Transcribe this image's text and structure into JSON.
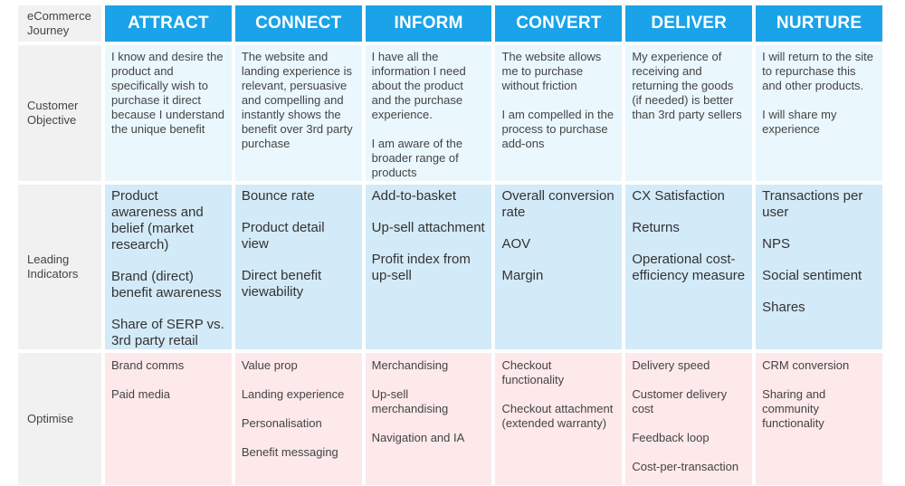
{
  "corner_label": "eCommerce Journey",
  "row_labels": {
    "objective": "Customer Objective",
    "indicators": "Leading Indicators",
    "optimise": "Optimise"
  },
  "columns": [
    {
      "header": "ATTRACT",
      "objective": [
        "I know and desire the product and specifically wish to purchase it direct because I understand the unique benefit"
      ],
      "indicators": [
        "Product awareness and belief (market research)",
        "Brand (direct) benefit awareness",
        "Share of SERP vs. 3rd party retail"
      ],
      "optimise": [
        "Brand comms",
        "Paid media"
      ]
    },
    {
      "header": "CONNECT",
      "objective": [
        "The website and landing experience is relevant, persuasive and compelling and instantly shows the benefit over 3rd party purchase"
      ],
      "indicators": [
        "Bounce rate",
        "Product detail view",
        "Direct benefit viewability"
      ],
      "optimise": [
        "Value prop",
        "Landing experience",
        "Personalisation",
        "Benefit messaging"
      ]
    },
    {
      "header": "INFORM",
      "objective": [
        "I have all the information I need about the product and the purchase experience.",
        "I am aware of the broader range of products"
      ],
      "indicators": [
        "Add-to-basket",
        "Up-sell attachment",
        "Profit index from up-sell"
      ],
      "optimise": [
        "Merchandising",
        "Up-sell merchandising",
        "Navigation and IA"
      ]
    },
    {
      "header": "CONVERT",
      "objective": [
        "The website allows me to purchase without friction",
        "I am compelled in the process to purchase add-ons"
      ],
      "indicators": [
        "Overall conversion rate",
        "AOV",
        "Margin"
      ],
      "optimise": [
        "Checkout functionality",
        "Checkout attachment (extended warranty)"
      ]
    },
    {
      "header": "DELIVER",
      "objective": [
        "My experience of receiving and returning the goods (if needed) is better than 3rd party sellers"
      ],
      "indicators": [
        "CX Satisfaction",
        "Returns",
        "Operational cost-efficiency measure"
      ],
      "optimise": [
        "Delivery speed",
        "Customer delivery cost",
        "Feedback loop",
        "Cost-per-transaction"
      ]
    },
    {
      "header": "NURTURE",
      "objective": [
        "I will return to the site to repurchase this and other products.",
        "I will share my experience"
      ],
      "indicators": [
        "Transactions per user",
        "NPS",
        "Social sentiment",
        "Shares"
      ],
      "optimise": [
        "CRM conversion",
        "Sharing and community functionality"
      ]
    }
  ]
}
